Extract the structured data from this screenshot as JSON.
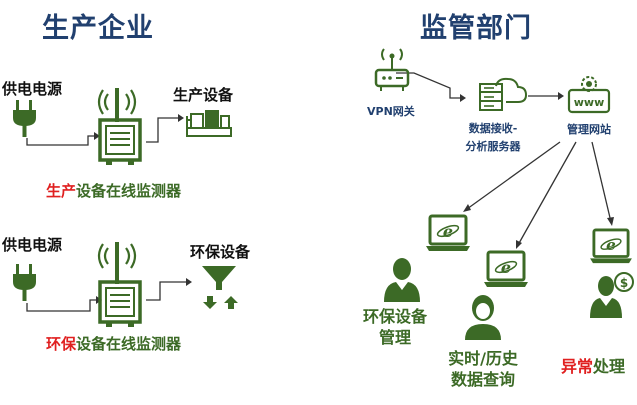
{
  "left": {
    "title": "生产企业",
    "row1": {
      "power_label": "供电电源",
      "device_label": "生产设备",
      "monitor_prefix": "生产",
      "monitor_suffix": "设备在线监测器"
    },
    "row2": {
      "power_label": "供电电源",
      "device_label": "环保设备",
      "monitor_prefix": "环保",
      "monitor_suffix": "设备在线监测器"
    }
  },
  "right": {
    "title": "监管部门",
    "vpn_label": "VPN网关",
    "server_label_line1": "数据接收-",
    "server_label_line2": "分析服务器",
    "website_label": "管理网站",
    "user1_line1": "环保设备",
    "user1_line2": "管理",
    "user2_line1": "实时/历史",
    "user2_line2": "数据查询",
    "user3_prefix": "异常",
    "user3_suffix": "处理"
  },
  "colors": {
    "title_blue": "#21406f",
    "icon_green": "#3c6a26",
    "alert_red": "#e02020"
  }
}
